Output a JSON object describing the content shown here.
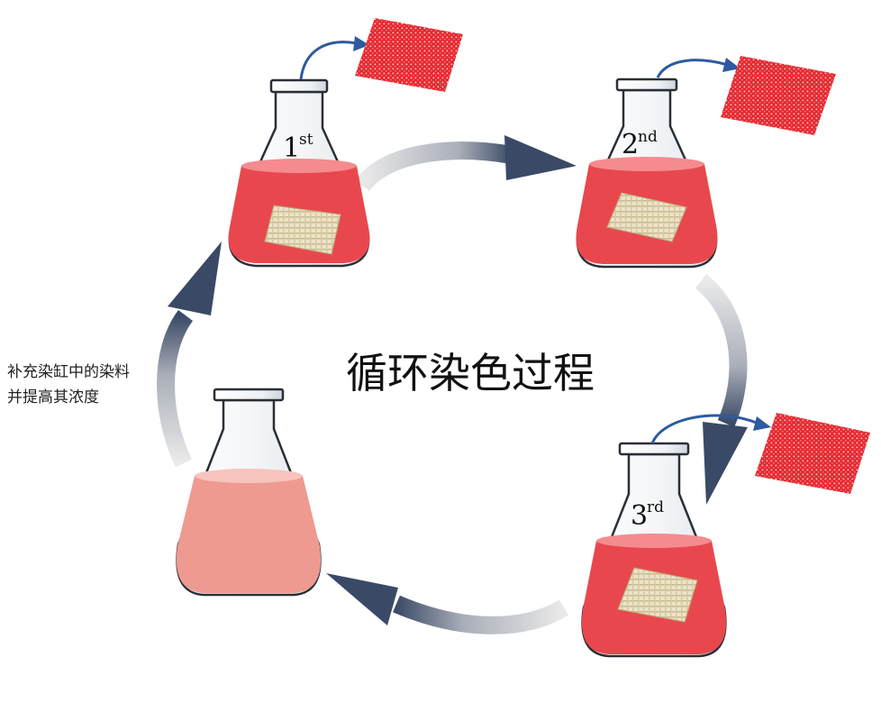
{
  "diagram": {
    "title": "循环染色过程",
    "side_note": [
      "补充染缸中的染料",
      "并提高其浓度"
    ],
    "stages": [
      {
        "num": "1",
        "sup": "st"
      },
      {
        "num": "2",
        "sup": "nd"
      },
      {
        "num": "3",
        "sup": "rd"
      },
      {
        "num": "",
        "sup": ""
      }
    ]
  },
  "colors": {
    "dye": "#e8484d",
    "dye_weak": "#ee9a90",
    "arrow": "#3a4a66",
    "lift_arrow": "#2e5aa0",
    "dyed_fabric": "#e52a32"
  }
}
